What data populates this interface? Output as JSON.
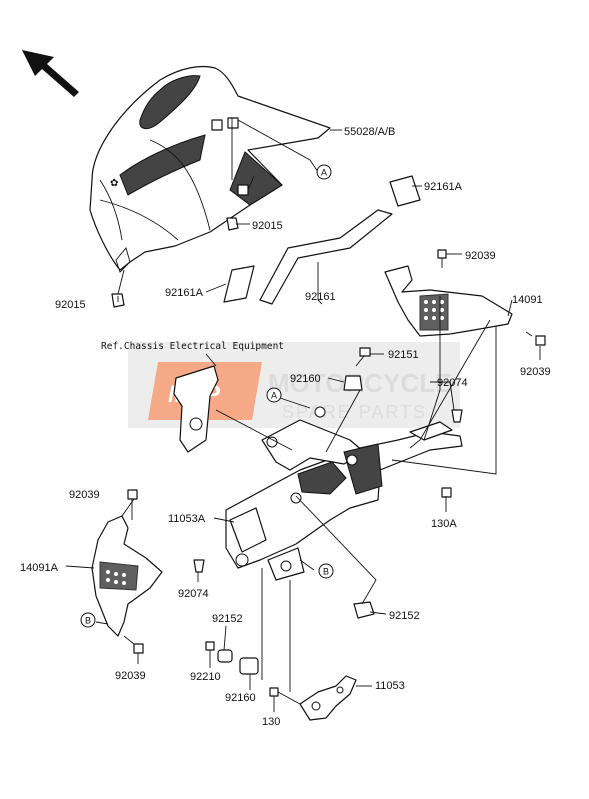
{
  "ref_note": "Ref.Chassis Electrical Equipment",
  "watermark": {
    "logo": "MSP",
    "line1": "MOTORCYCLE",
    "line2": "SPARE PARTS",
    "logo_color": "#f4a07a"
  },
  "callouts": {
    "a_top": "A",
    "a_bracket": "A",
    "b_right": "B",
    "b_left": "B"
  },
  "part_labels": {
    "p55028": "55028/A/B",
    "p92161A_top": "92161A",
    "p92015_right": "92015",
    "p92039_top": "92039",
    "p14091": "14091",
    "p92161A_left": "92161A",
    "p92161": "92161",
    "p92015_left": "92015",
    "p92039_right": "92039",
    "p92151": "92151",
    "p92160_upper": "92160",
    "p92074_right": "92074",
    "p92039_left": "92039",
    "p11053A": "11053A",
    "p130A": "130A",
    "p14091A": "14091A",
    "p92074_left": "92074",
    "p92152_right": "92152",
    "p92152_left": "92152",
    "p92210": "92210",
    "p11053": "11053",
    "p92039_bottom": "92039",
    "p92160_lower": "92160",
    "p130": "130"
  }
}
